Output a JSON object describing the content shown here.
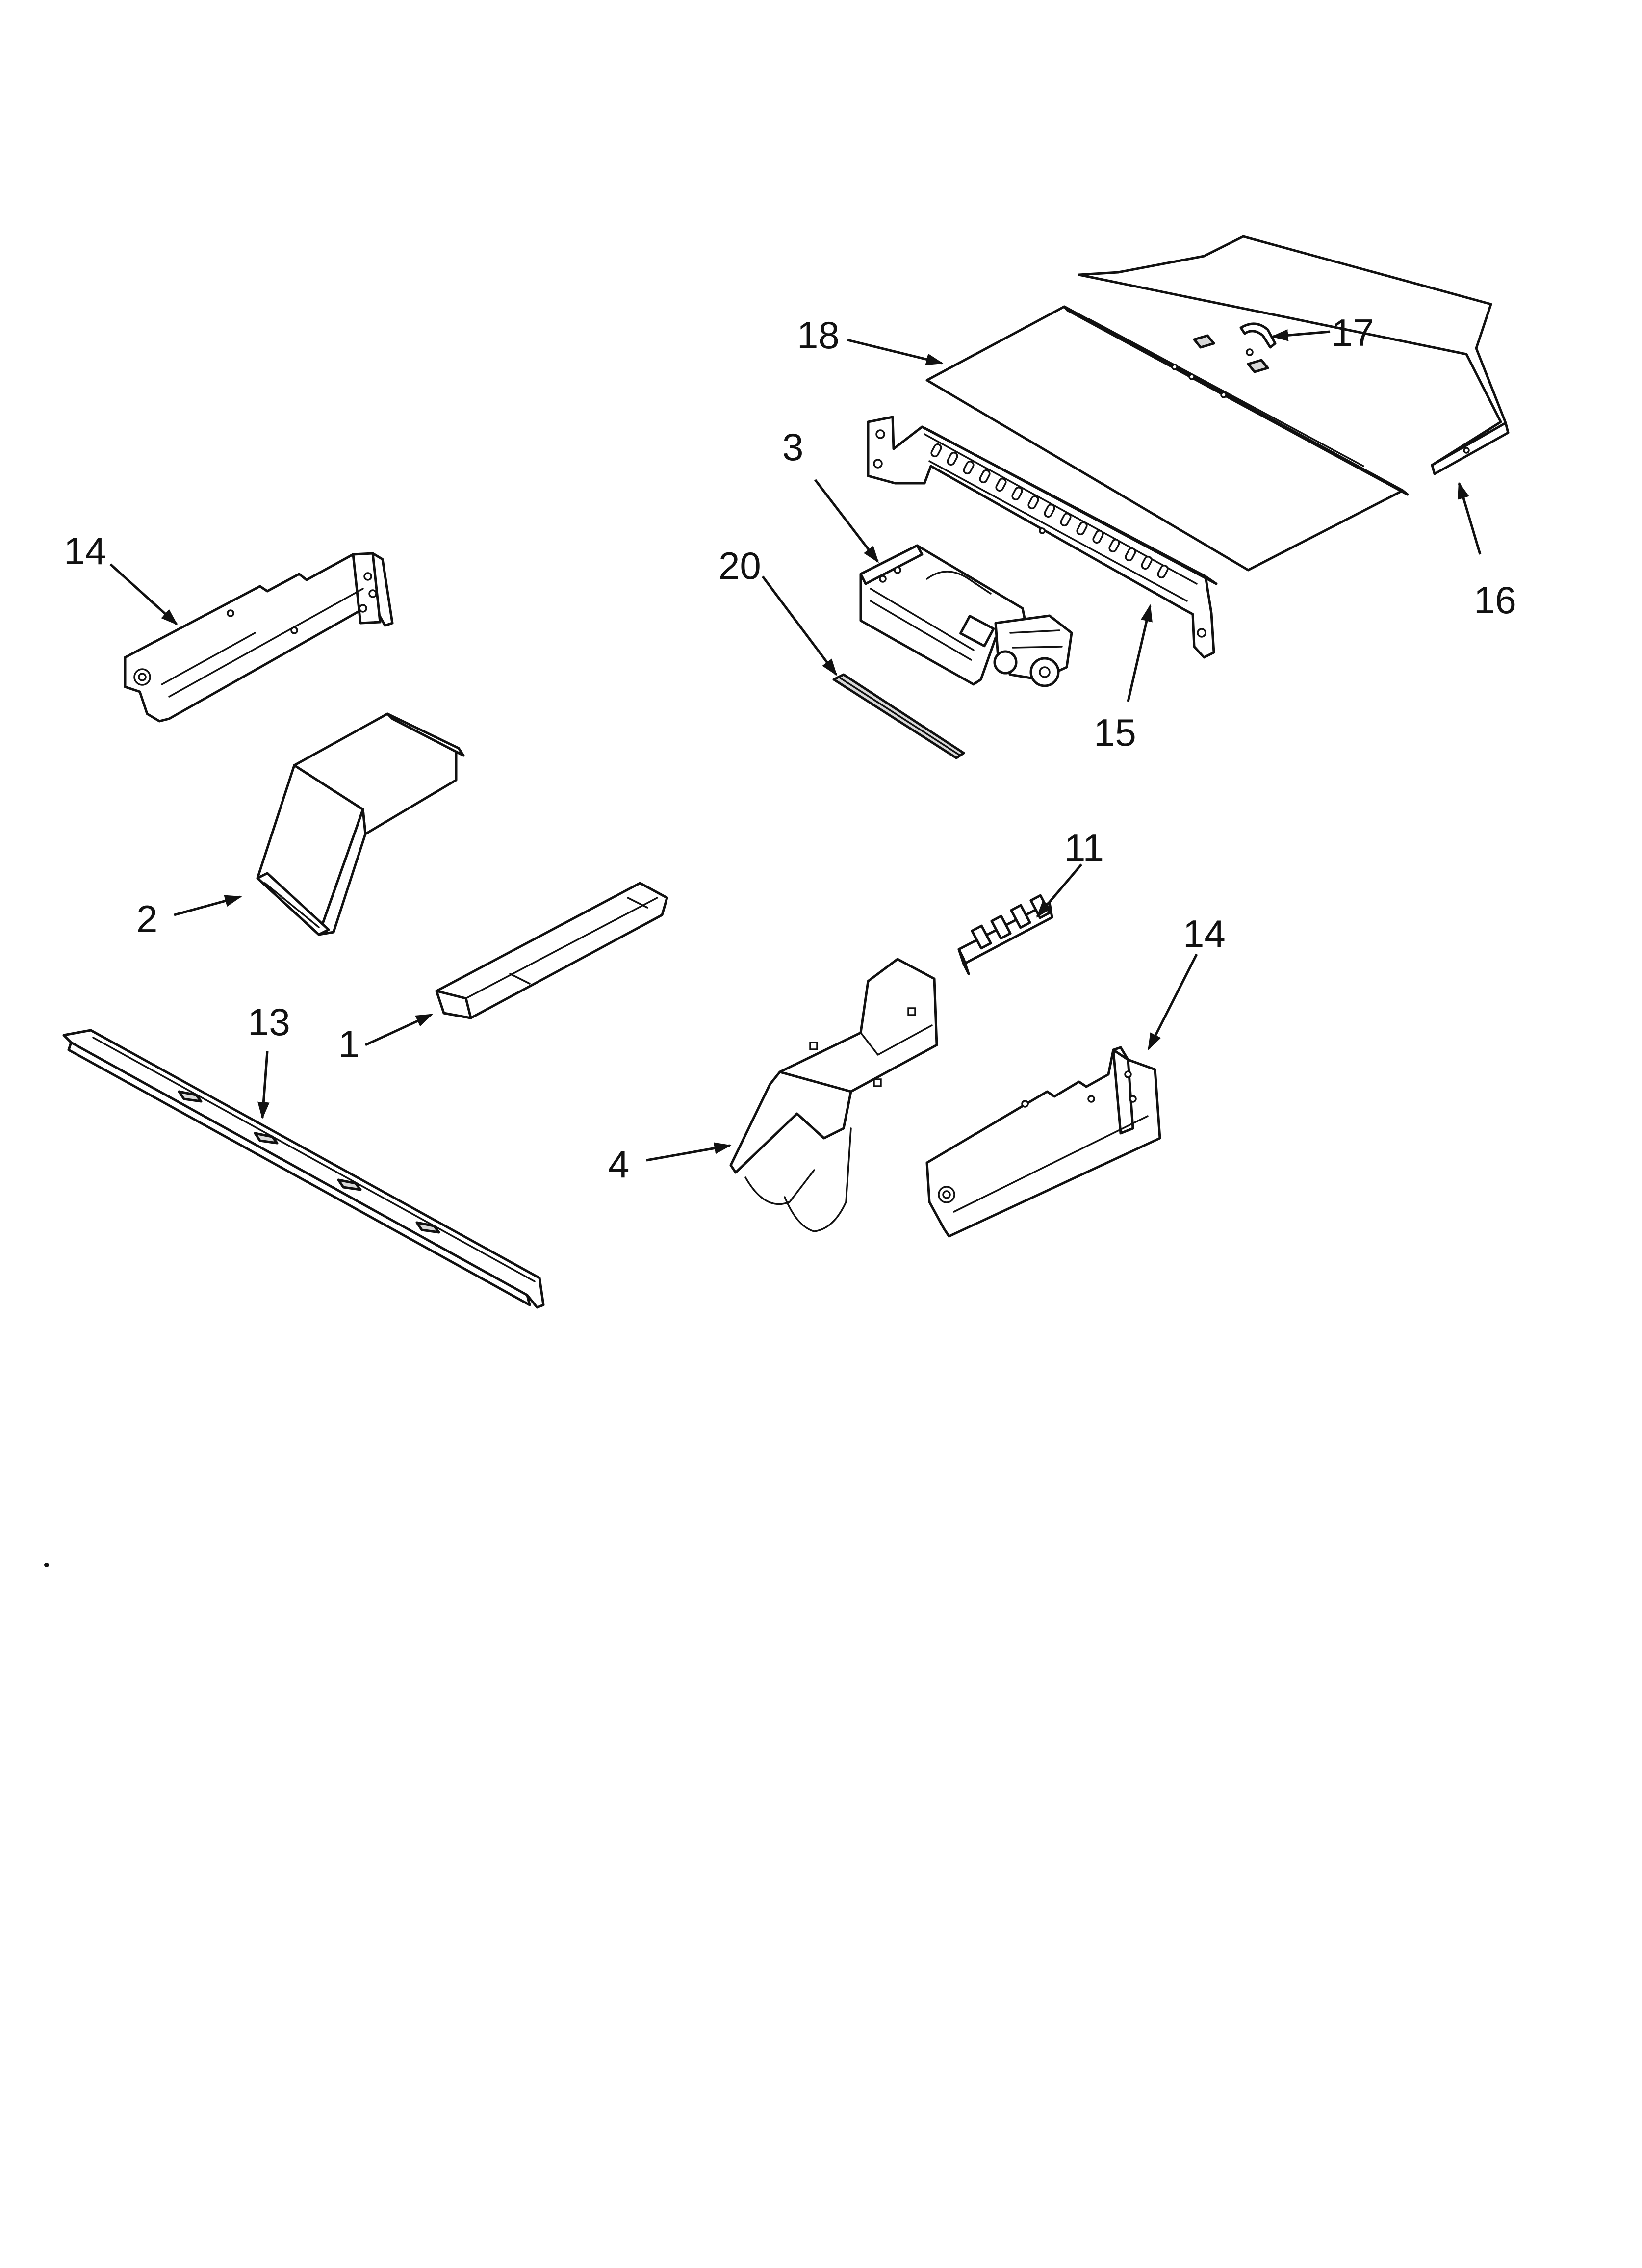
{
  "callouts": [
    {
      "id": "c1",
      "label": "1"
    },
    {
      "id": "c2",
      "label": "2"
    },
    {
      "id": "c3",
      "label": "3"
    },
    {
      "id": "c4",
      "label": "4"
    },
    {
      "id": "c11",
      "label": "11"
    },
    {
      "id": "c13",
      "label": "13"
    },
    {
      "id": "c14a",
      "label": "14"
    },
    {
      "id": "c14b",
      "label": "14"
    },
    {
      "id": "c15",
      "label": "15"
    },
    {
      "id": "c16",
      "label": "16"
    },
    {
      "id": "c17",
      "label": "17"
    },
    {
      "id": "c18",
      "label": "18"
    },
    {
      "id": "c20",
      "label": "20"
    }
  ]
}
